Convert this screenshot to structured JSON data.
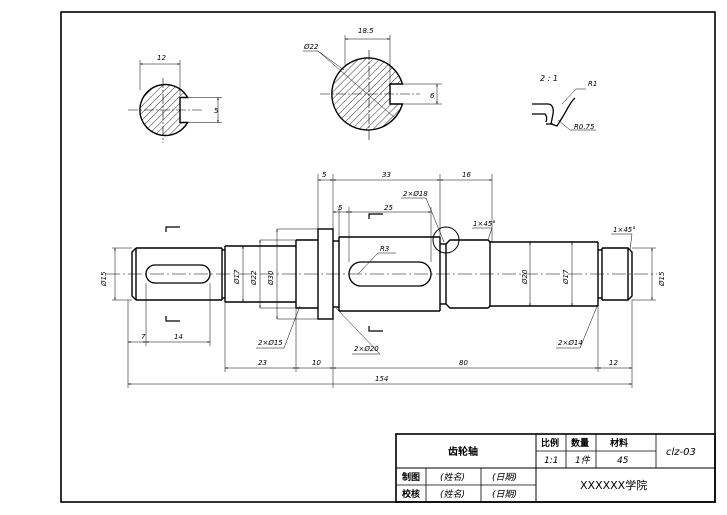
{
  "section_views": {
    "left": {
      "dim_width": "12",
      "dim_key": "5"
    },
    "right": {
      "dim_width": "18.5",
      "dim_dia": "Ø22",
      "dim_key": "6"
    }
  },
  "detail_view": {
    "scale": "2 : 1",
    "r1": "R1",
    "r2": "R0.75"
  },
  "main_view": {
    "dims": {
      "d15_left": "Ø15",
      "d17_left": "Ø17",
      "d22": "Ø22",
      "d30": "Ø30",
      "d20_mid": "Ø20",
      "d17_right": "Ø17",
      "d15_right": "Ø15",
      "r3": "R3",
      "len_5_top": "5",
      "len_33": "33",
      "len_16": "16",
      "groove_18": "2×Ø18",
      "len_5_inner": "5",
      "len_25": "25",
      "chamfer_mid": "1×45°",
      "chamfer_right": "1×45°",
      "len_7": "7",
      "len_14": "14",
      "groove_15": "2×Ø15",
      "groove_20": "2×Ø20",
      "groove_14": "2×Ø14",
      "len_23": "23",
      "len_10": "10",
      "len_80": "80",
      "len_12": "12",
      "len_154": "154"
    }
  },
  "title_block": {
    "part_name": "齿轮轴",
    "h_scale": "比例",
    "h_qty": "数量",
    "h_material": "材料",
    "v_scale": "1:1",
    "v_qty": "1件",
    "v_material": "45",
    "drawing_no": "clz-03",
    "l_drawn": "制图",
    "l_checked": "校核",
    "name1": "(姓名)",
    "date1": "(日期)",
    "name2": "(姓名)",
    "date2": "(日期)",
    "school": "XXXXXX学院"
  }
}
